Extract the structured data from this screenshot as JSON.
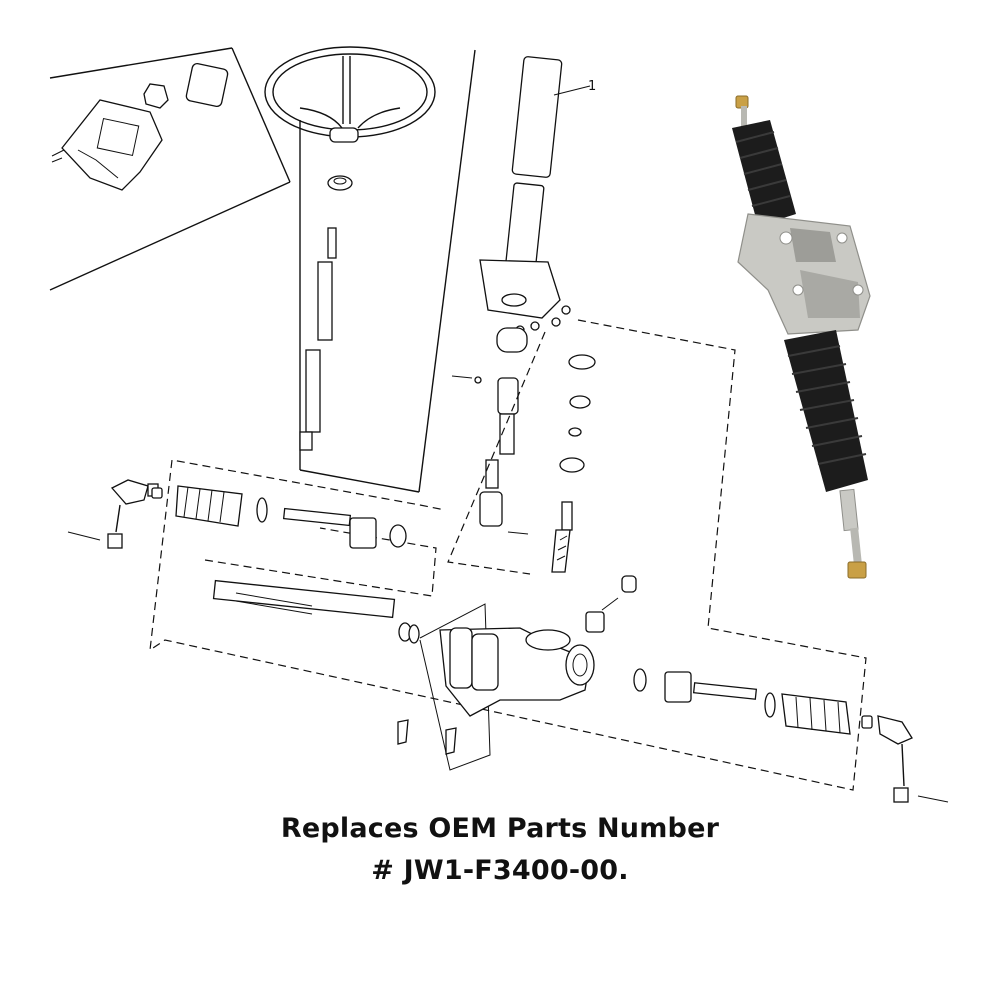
{
  "diagram": {
    "callout_number": "1"
  },
  "caption": {
    "line1": "Replaces OEM Parts Number",
    "line2": "# JW1-F3400-00."
  },
  "colors": {
    "ink": "#111111",
    "rack_silver": "#c9c9c4",
    "boot_black": "#1c1c1c",
    "brass": "#c9a046"
  },
  "icons": [
    "steering-wheel-icon",
    "steering-rack-photo"
  ]
}
